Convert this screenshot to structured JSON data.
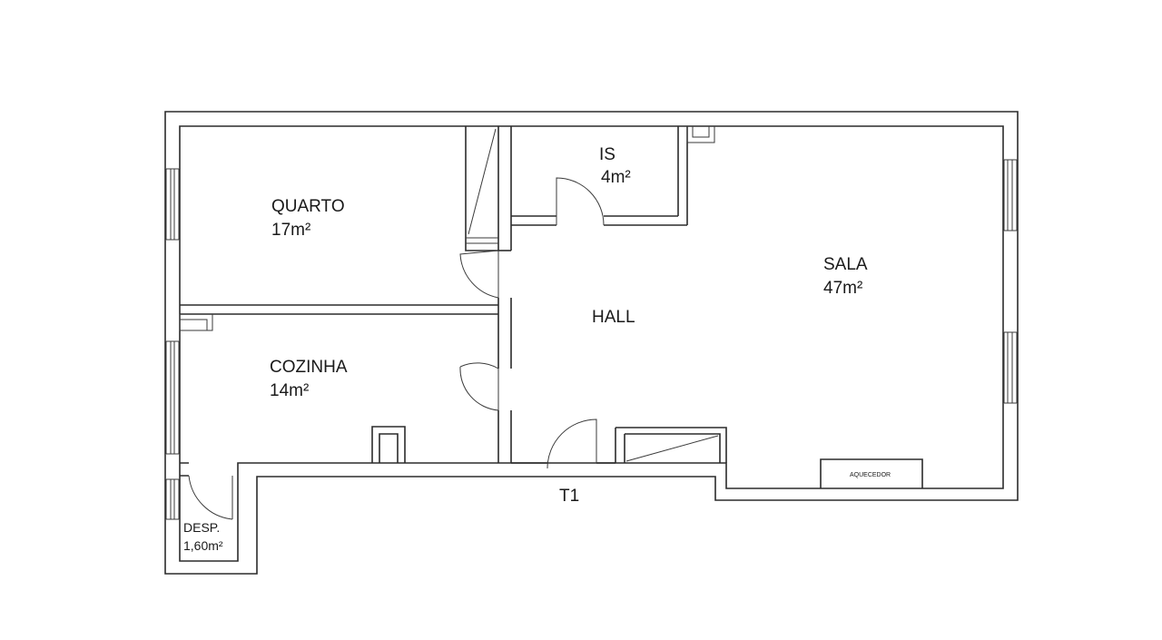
{
  "rooms": {
    "quarto": {
      "name": "QUARTO",
      "area": "17m²"
    },
    "is": {
      "name": "IS",
      "area": "4m²"
    },
    "sala": {
      "name": "SALA",
      "area": "47m²"
    },
    "hall": {
      "name": "HALL"
    },
    "cozinha": {
      "name": "COZINHA",
      "area": "14m²"
    },
    "desp": {
      "name": "DESP.",
      "area": "1,60m²"
    }
  },
  "labels": {
    "unit_type": "T1",
    "heater": "AQUECEDOR"
  }
}
